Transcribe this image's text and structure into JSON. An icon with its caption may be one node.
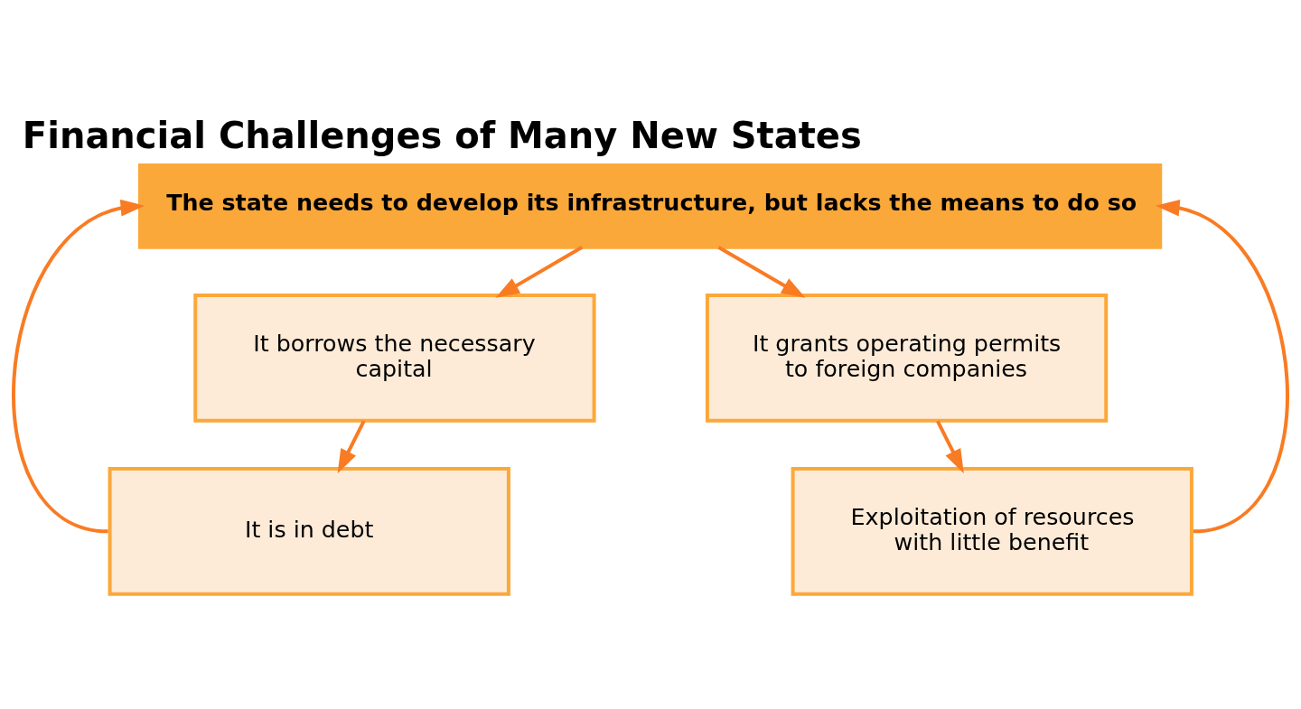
{
  "diagram": {
    "title": "Financial Challenges of Many New States",
    "nodes": [
      {
        "text": [
          "The state needs to develop its infrastructure, but lacks the means to do so"
        ]
      },
      {
        "text": [
          "It borrows the necessary capital"
        ]
      },
      {
        "text": [
          "It is in debt"
        ]
      },
      {
        "text": [
          "It grants operating permits to foreign companies"
        ]
      },
      {
        "text": [
          "Exploitation of resources with little benefit"
        ]
      }
    ],
    "edges": [
      {
        "from": 0,
        "to": 1,
        "arrow": "to"
      },
      {
        "from": 0,
        "to": 3,
        "arrow": "to"
      },
      {
        "from": 1,
        "to": 2,
        "arrow": "to"
      },
      {
        "from": 3,
        "to": 4,
        "arrow": "to"
      },
      {
        "from": 2,
        "to": 0,
        "arrow": "to"
      },
      {
        "from": 4,
        "to": 0,
        "arrow": "to"
      }
    ]
  }
}
